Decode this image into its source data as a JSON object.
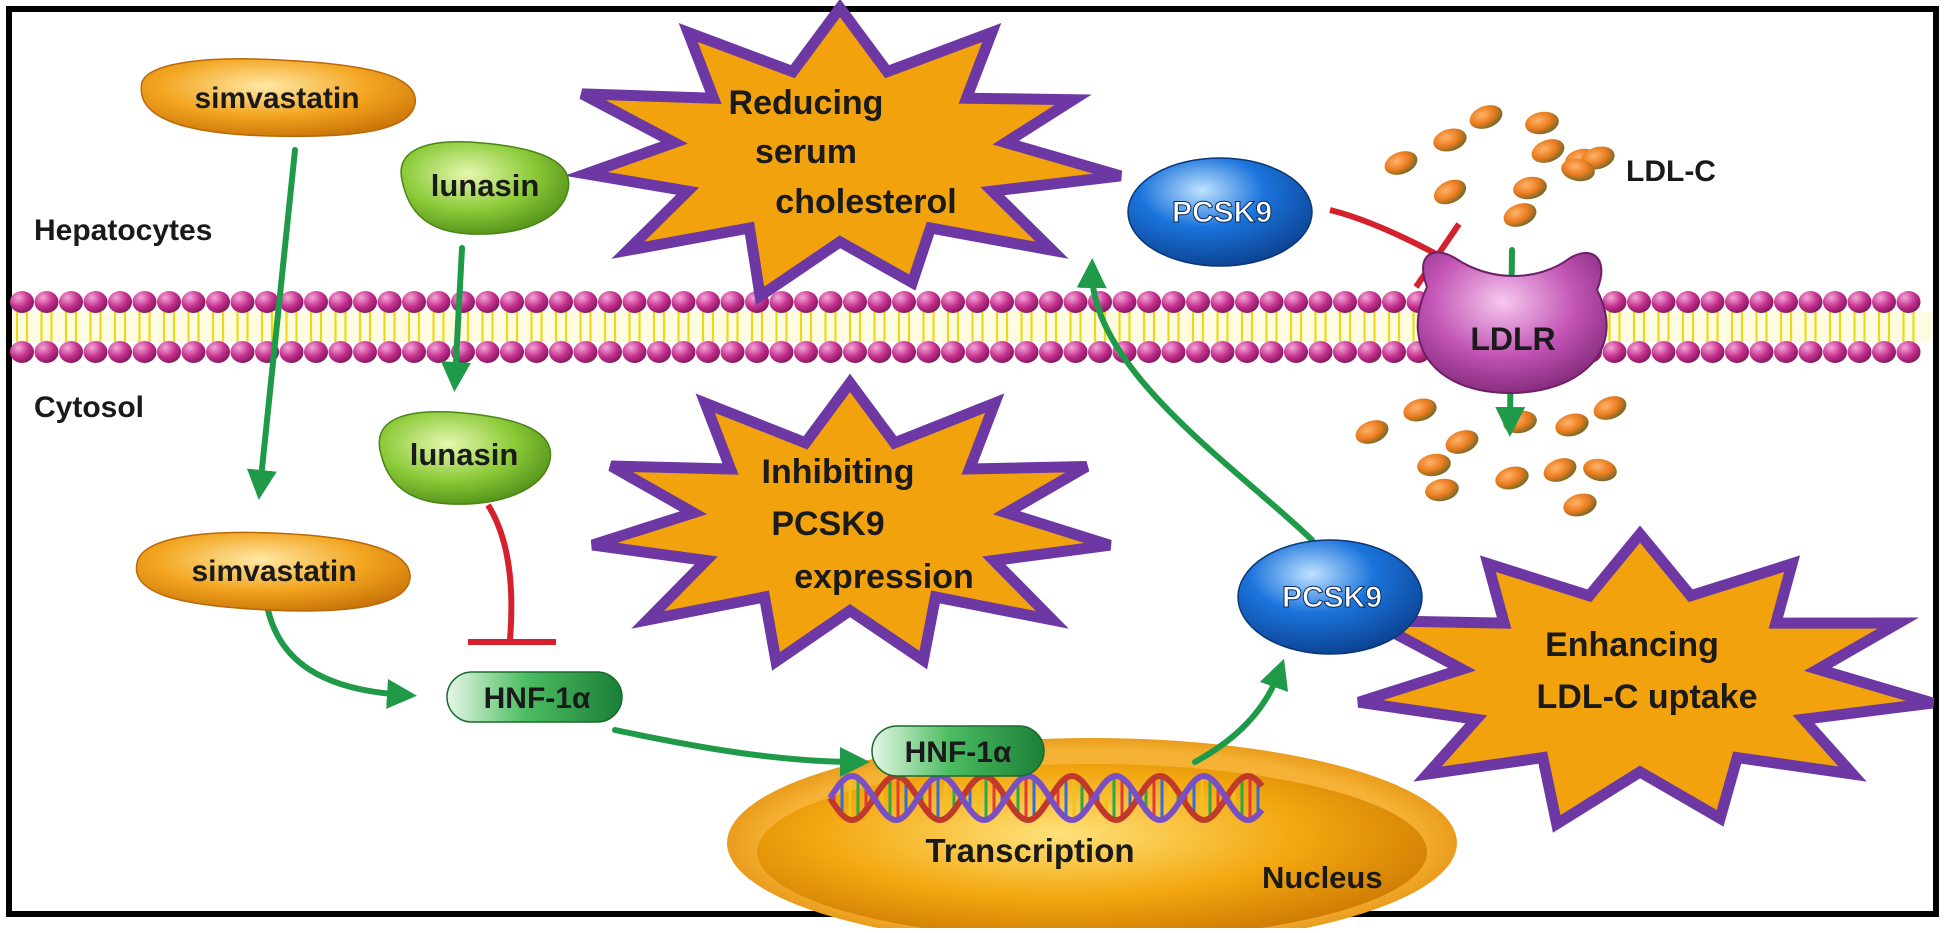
{
  "labels": {
    "hepatocytes": "Hepatocytes",
    "cytosol": "Cytosol",
    "nucleus": "Nucleus",
    "transcription": "Transcription",
    "ldl_c": "LDL-C",
    "ldlr": "LDLR"
  },
  "molecules": {
    "simvastatin_top": "simvastatin",
    "simvastatin_bottom": "simvastatin",
    "lunasin_top": "lunasin",
    "lunasin_bottom": "lunasin",
    "hnf_cytosol": "HNF-1α",
    "hnf_nucleus": "HNF-1α",
    "pcsk9_top": "PCSK9",
    "pcsk9_bottom": "PCSK9"
  },
  "effects": {
    "reducing": [
      "Reducing",
      "serum",
      "cholesterol"
    ],
    "inhibiting": [
      "Inhibiting",
      "PCSK9",
      "expression"
    ],
    "enhancing": [
      "Enhancing",
      "LDL-C uptake"
    ]
  },
  "colors": {
    "activation_arrow": "#1f9a48",
    "inhibition": "#d5202e",
    "burst_fill": "#f2a20c",
    "burst_stroke": "#6d38a4",
    "membrane_head": "#c6318f",
    "membrane_tail": "#f2e629",
    "simvastatin": "#f0a11e",
    "lunasin": "#8ccc3a",
    "hnf": "#3fb35a",
    "pcsk9": "#1463c9",
    "ldlr": "#c254b5",
    "nucleus": "#f0a20d",
    "ldl_particle": "#e87a1e"
  }
}
